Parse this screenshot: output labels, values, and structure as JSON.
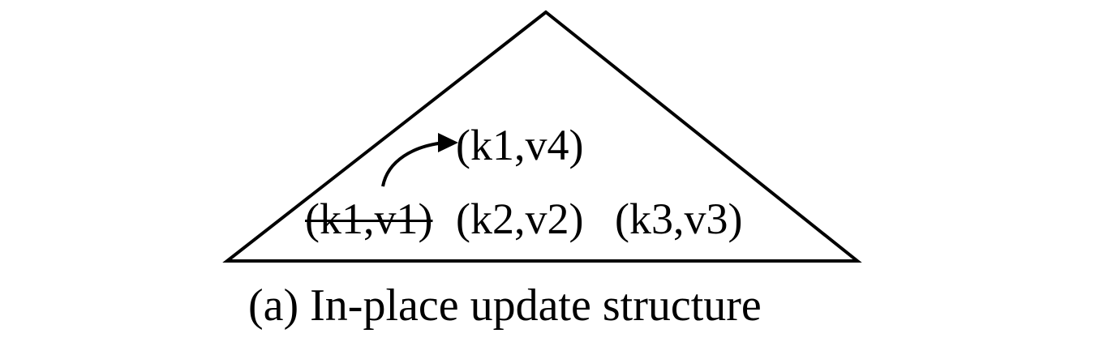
{
  "diagram": {
    "type": "in-place-update-structure",
    "shape": "triangle",
    "stroke_color": "#000000",
    "updated_entry": "(k1,v4)",
    "entries": [
      {
        "label": "(k1,v1)",
        "state": "obsolete-struck-through"
      },
      {
        "label": "(k2,v2)",
        "state": "current"
      },
      {
        "label": "(k3,v3)",
        "state": "current"
      }
    ],
    "arrow": {
      "from": "(k1,v1)",
      "to": "(k1,v4)",
      "meaning": "in-place update"
    },
    "caption": "(a) In-place update structure"
  }
}
